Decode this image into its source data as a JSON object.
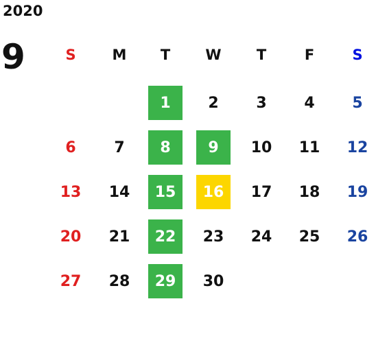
{
  "year": "2020",
  "month": "9",
  "colors": {
    "sunday": "#e02020",
    "saturday": "#1a44a0",
    "weekday": "#111111",
    "highlight_green": "#3bb34a",
    "highlight_yellow": "#fcd600",
    "highlight_text": "#ffffff"
  },
  "weekdays": [
    "S",
    "M",
    "T",
    "W",
    "T",
    "F",
    "S"
  ],
  "weekday_colors": [
    "#e02020",
    "#111111",
    "#111111",
    "#111111",
    "#111111",
    "#111111",
    "#0010e0"
  ],
  "first_weekday": 2,
  "days": [
    {
      "day": "1",
      "highlight": "green"
    },
    {
      "day": "2"
    },
    {
      "day": "3"
    },
    {
      "day": "4"
    },
    {
      "day": "5"
    },
    {
      "day": "6"
    },
    {
      "day": "7"
    },
    {
      "day": "8",
      "highlight": "green"
    },
    {
      "day": "9",
      "highlight": "green"
    },
    {
      "day": "10"
    },
    {
      "day": "11"
    },
    {
      "day": "12"
    },
    {
      "day": "13"
    },
    {
      "day": "14"
    },
    {
      "day": "15",
      "highlight": "green"
    },
    {
      "day": "16",
      "highlight": "yellow"
    },
    {
      "day": "17"
    },
    {
      "day": "18"
    },
    {
      "day": "19"
    },
    {
      "day": "20"
    },
    {
      "day": "21"
    },
    {
      "day": "22",
      "highlight": "green"
    },
    {
      "day": "23"
    },
    {
      "day": "24"
    },
    {
      "day": "25"
    },
    {
      "day": "26"
    },
    {
      "day": "27"
    },
    {
      "day": "28"
    },
    {
      "day": "29",
      "highlight": "green"
    },
    {
      "day": "30"
    }
  ]
}
